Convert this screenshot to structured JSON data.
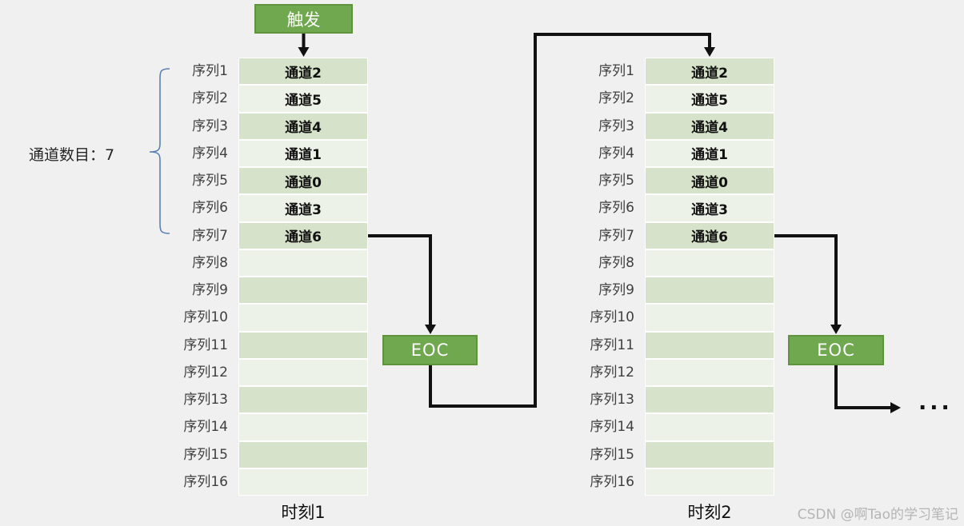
{
  "colors": {
    "background": "#f0f0f0",
    "accent_green": "#6fa84f",
    "accent_green_border": "#5f933d",
    "row_band_dark": "#d6e2c9",
    "row_band_light": "#edf2e8",
    "bracket_blue": "#5b80b8",
    "arrow_black": "#111111",
    "watermark_gray": "#b5b5b5"
  },
  "trigger": {
    "label": "触发"
  },
  "channel_count": {
    "label": "通道数目：7"
  },
  "eoc": {
    "label": "EOC"
  },
  "ellipsis": "...",
  "watermark": "CSDN @啊Tao的学习笔记",
  "tables": [
    {
      "time_label": "时刻1",
      "rows": [
        {
          "seq": "序列1",
          "chan": "通道2"
        },
        {
          "seq": "序列2",
          "chan": "通道5"
        },
        {
          "seq": "序列3",
          "chan": "通道4"
        },
        {
          "seq": "序列4",
          "chan": "通道1"
        },
        {
          "seq": "序列5",
          "chan": "通道0"
        },
        {
          "seq": "序列6",
          "chan": "通道3"
        },
        {
          "seq": "序列7",
          "chan": "通道6"
        },
        {
          "seq": "序列8",
          "chan": ""
        },
        {
          "seq": "序列9",
          "chan": ""
        },
        {
          "seq": "序列10",
          "chan": ""
        },
        {
          "seq": "序列11",
          "chan": ""
        },
        {
          "seq": "序列12",
          "chan": ""
        },
        {
          "seq": "序列13",
          "chan": ""
        },
        {
          "seq": "序列14",
          "chan": ""
        },
        {
          "seq": "序列15",
          "chan": ""
        },
        {
          "seq": "序列16",
          "chan": ""
        }
      ]
    },
    {
      "time_label": "时刻2",
      "rows": [
        {
          "seq": "序列1",
          "chan": "通道2"
        },
        {
          "seq": "序列2",
          "chan": "通道5"
        },
        {
          "seq": "序列3",
          "chan": "通道4"
        },
        {
          "seq": "序列4",
          "chan": "通道1"
        },
        {
          "seq": "序列5",
          "chan": "通道0"
        },
        {
          "seq": "序列6",
          "chan": "通道3"
        },
        {
          "seq": "序列7",
          "chan": "通道6"
        },
        {
          "seq": "序列8",
          "chan": ""
        },
        {
          "seq": "序列9",
          "chan": ""
        },
        {
          "seq": "序列10",
          "chan": ""
        },
        {
          "seq": "序列11",
          "chan": ""
        },
        {
          "seq": "序列12",
          "chan": ""
        },
        {
          "seq": "序列13",
          "chan": ""
        },
        {
          "seq": "序列14",
          "chan": ""
        },
        {
          "seq": "序列15",
          "chan": ""
        },
        {
          "seq": "序列16",
          "chan": ""
        }
      ]
    }
  ]
}
